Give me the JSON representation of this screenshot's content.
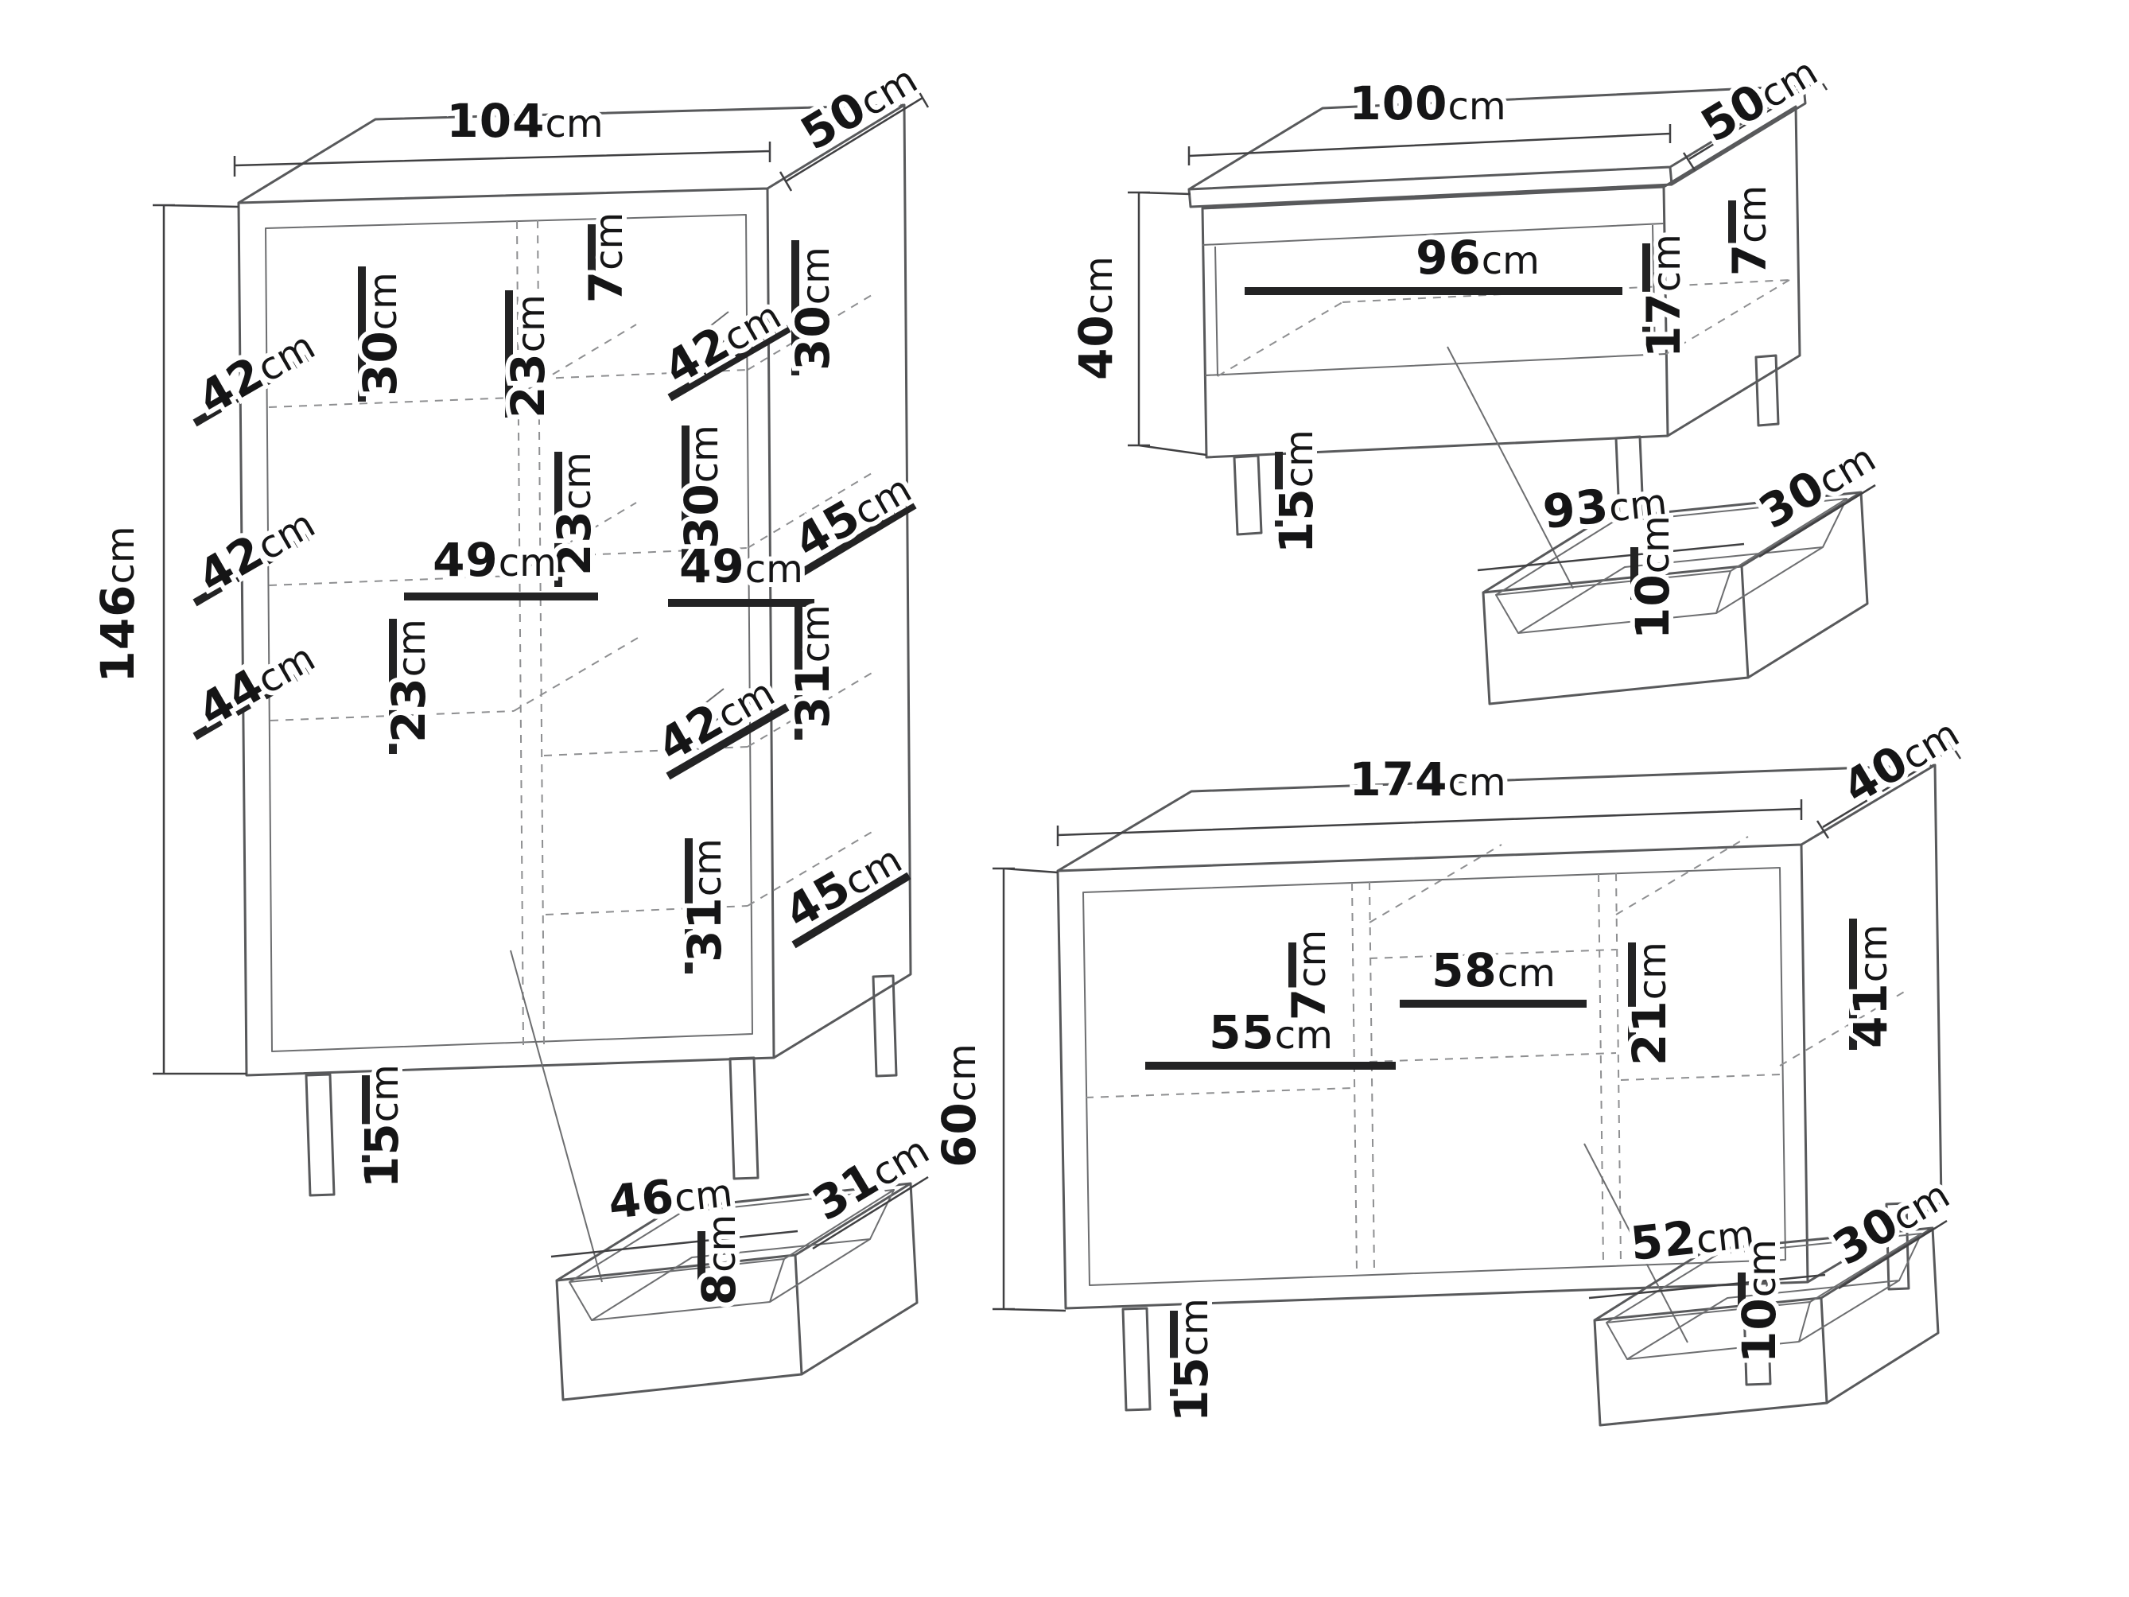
{
  "diagram": {
    "unit": "cm",
    "line_color": "#58595b",
    "tick_color": "#232324",
    "text_color": "#151516",
    "background": "#ffffff"
  },
  "pieces": {
    "cabinet": {
      "labels": {
        "width": {
          "num": "104",
          "unit": "cm"
        },
        "depth": {
          "num": "50",
          "unit": "cm"
        },
        "height": {
          "num": "146",
          "unit": "cm"
        },
        "shelf30_left": {
          "num": "30",
          "unit": "cm"
        },
        "shelf23_left": {
          "num": "23",
          "unit": "cm"
        },
        "rail7": {
          "num": "7",
          "unit": "cm"
        },
        "shelf30_right": {
          "num": "30",
          "unit": "cm"
        },
        "depth42_a": {
          "num": "42",
          "unit": "cm"
        },
        "glass42_a": {
          "num": "42",
          "unit": "cm"
        },
        "shelf30_mid": {
          "num": "30",
          "unit": "cm"
        },
        "shelf23_mid": {
          "num": "23",
          "unit": "cm"
        },
        "depth45_a": {
          "num": "45",
          "unit": "cm"
        },
        "depth42_b": {
          "num": "42",
          "unit": "cm"
        },
        "width49_left": {
          "num": "49",
          "unit": "cm"
        },
        "width49_right": {
          "num": "49",
          "unit": "cm"
        },
        "depth44": {
          "num": "44",
          "unit": "cm"
        },
        "shelf23_bottom": {
          "num": "23",
          "unit": "cm"
        },
        "shelf31_a": {
          "num": "31",
          "unit": "cm"
        },
        "glass42_b": {
          "num": "42",
          "unit": "cm"
        },
        "shelf31_b": {
          "num": "31",
          "unit": "cm"
        },
        "depth45_b": {
          "num": "45",
          "unit": "cm"
        },
        "legs15": {
          "num": "15",
          "unit": "cm"
        }
      }
    },
    "drawer_small": {
      "labels": {
        "width": {
          "num": "46",
          "unit": "cm"
        },
        "depth": {
          "num": "31",
          "unit": "cm"
        },
        "height": {
          "num": "8",
          "unit": "cm"
        }
      }
    },
    "coffee_table": {
      "labels": {
        "width": {
          "num": "100",
          "unit": "cm"
        },
        "depth": {
          "num": "50",
          "unit": "cm"
        },
        "height": {
          "num": "40",
          "unit": "cm"
        },
        "inner_width": {
          "num": "96",
          "unit": "cm"
        },
        "opening": {
          "num": "17",
          "unit": "cm"
        },
        "rail": {
          "num": "7",
          "unit": "cm"
        },
        "legs": {
          "num": "15",
          "unit": "cm"
        }
      }
    },
    "drawer_table": {
      "labels": {
        "width": {
          "num": "93",
          "unit": "cm"
        },
        "depth": {
          "num": "30",
          "unit": "cm"
        },
        "height": {
          "num": "10",
          "unit": "cm"
        }
      }
    },
    "sideboard": {
      "labels": {
        "width": {
          "num": "174",
          "unit": "cm"
        },
        "depth": {
          "num": "40",
          "unit": "cm"
        },
        "height": {
          "num": "60",
          "unit": "cm"
        },
        "rail": {
          "num": "7",
          "unit": "cm"
        },
        "middle_width": {
          "num": "58",
          "unit": "cm"
        },
        "drawer_height": {
          "num": "21",
          "unit": "cm"
        },
        "door_height": {
          "num": "41",
          "unit": "cm"
        },
        "left_width": {
          "num": "55",
          "unit": "cm"
        },
        "legs": {
          "num": "15",
          "unit": "cm"
        }
      }
    },
    "drawer_sideboard": {
      "labels": {
        "width": {
          "num": "52",
          "unit": "cm"
        },
        "depth": {
          "num": "30",
          "unit": "cm"
        },
        "height": {
          "num": "10",
          "unit": "cm"
        }
      }
    }
  }
}
